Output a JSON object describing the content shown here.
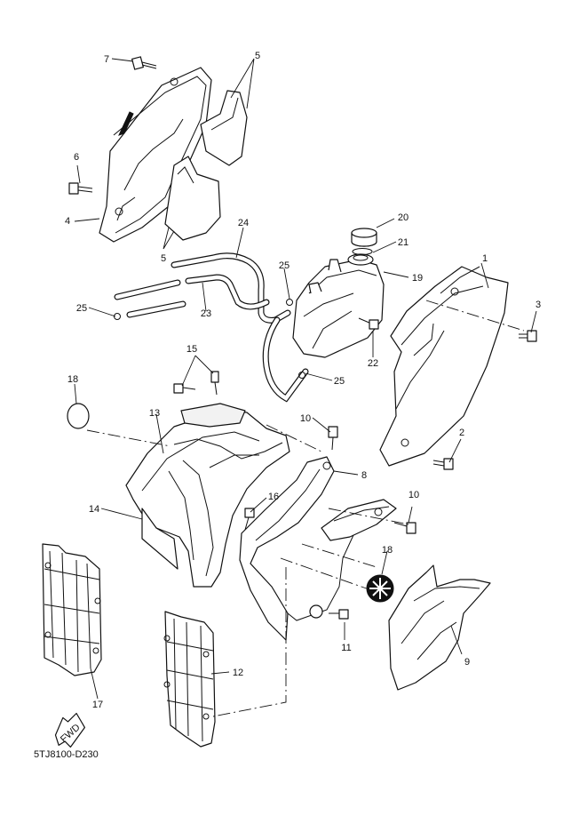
{
  "diagram": {
    "code": "5TJ8100-D230",
    "fwd_label": "FWD",
    "callouts": [
      "1",
      "2",
      "3",
      "4",
      "5",
      "5",
      "6",
      "7",
      "8",
      "9",
      "10",
      "10",
      "11",
      "12",
      "13",
      "14",
      "15",
      "16",
      "17",
      "18",
      "18",
      "19",
      "20",
      "21",
      "22",
      "23",
      "24",
      "25",
      "25",
      "25"
    ]
  }
}
